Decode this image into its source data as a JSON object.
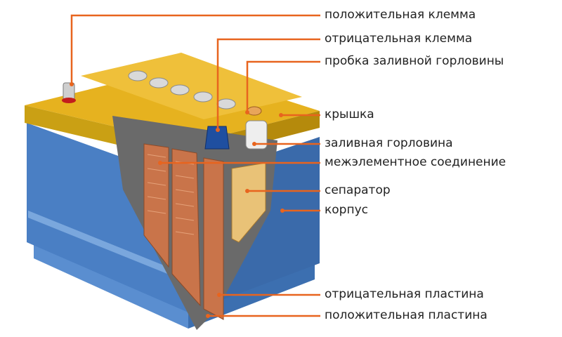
{
  "colors": {
    "leader": "#e8641e",
    "case_side": "#3f72b5",
    "case_light": "#6b9cd6",
    "lid": "#e2ad1a",
    "lid_dark": "#b8860b",
    "plate": "#c9744a",
    "separator": "#e9c277"
  },
  "labels": {
    "positive_terminal": "положительная клемма",
    "negative_terminal": "отрицательная клемма",
    "filler_plug": "пробка заливной горловины",
    "lid": "крышка",
    "filler_neck": "заливная горловина",
    "intercell_connection": "межэлементное соединение",
    "separator": "сепаратор",
    "case": "корпус",
    "negative_plate": "отрицательная пластина",
    "positive_plate": "положительная пластина"
  }
}
